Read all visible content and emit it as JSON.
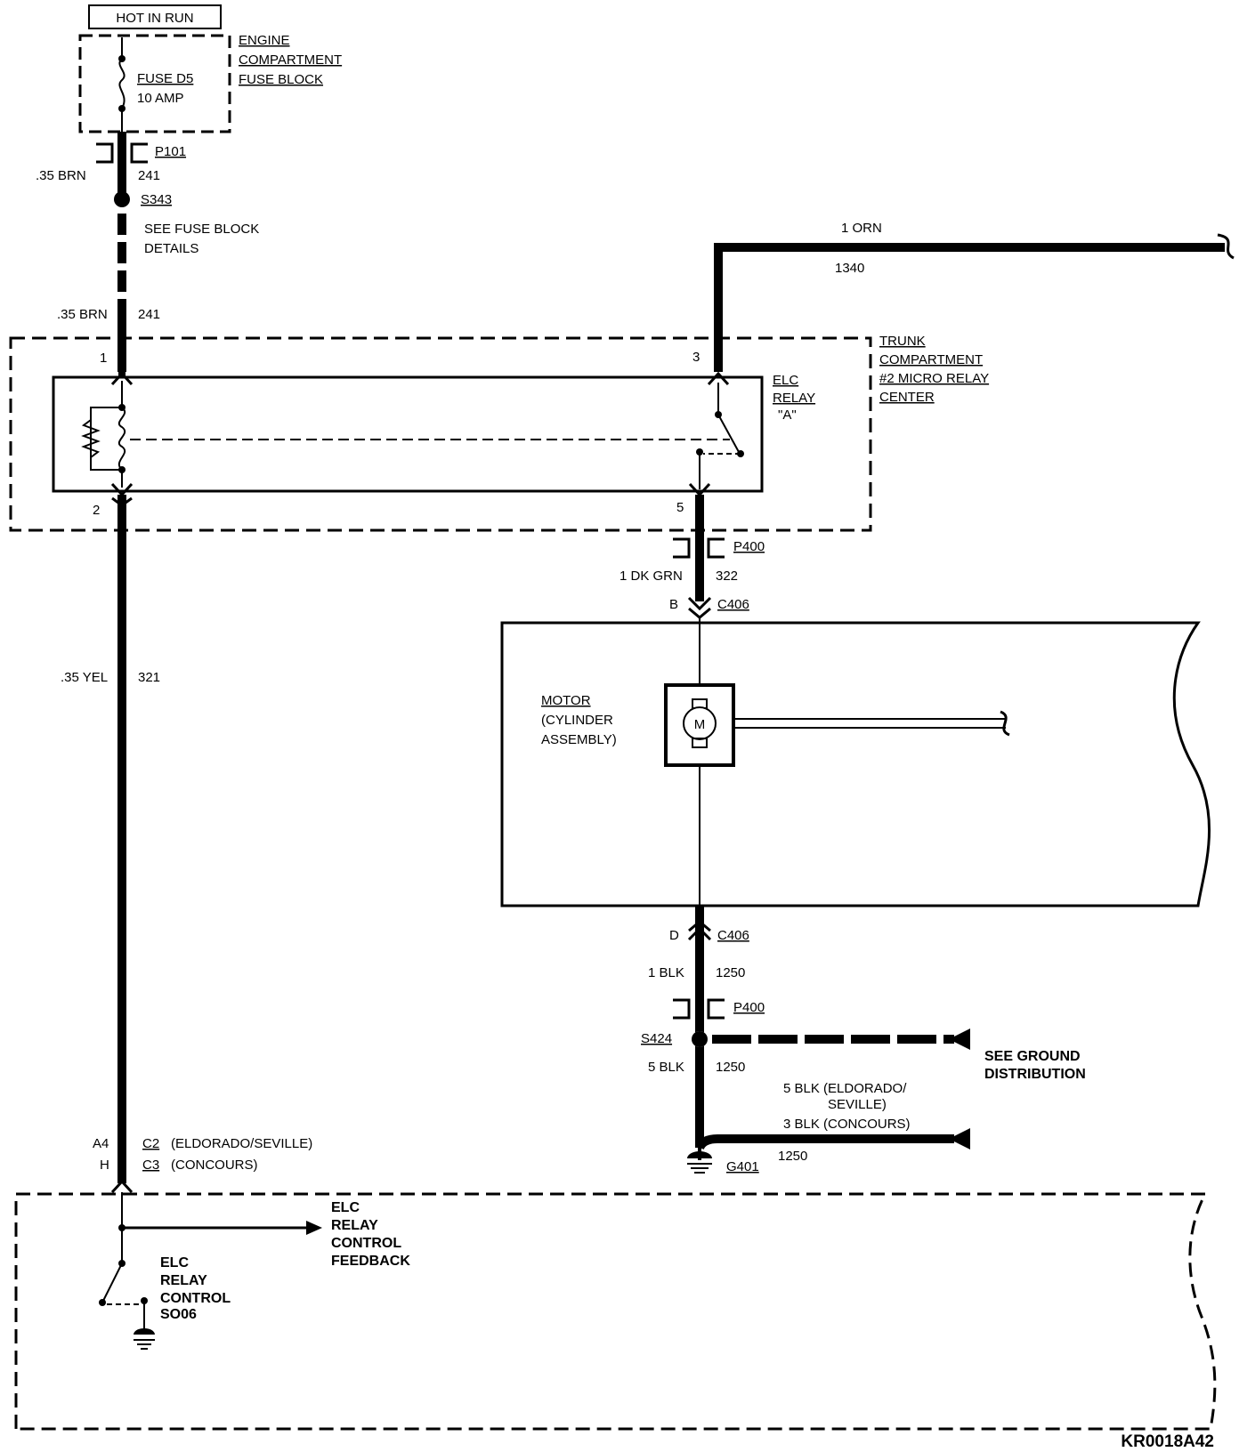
{
  "labels": {
    "hot_in_run": "HOT IN RUN",
    "engine_fuse_block": [
      "ENGINE",
      "COMPARTMENT",
      "FUSE BLOCK"
    ],
    "fuse_name": "FUSE D5",
    "fuse_rating": "10 AMP",
    "p101": "P101",
    "wire_35brn": ".35 BRN",
    "circuit_241": "241",
    "s343": "S343",
    "see_fuse_block": [
      "SEE FUSE BLOCK",
      "DETAILS"
    ],
    "wire_1orn": "1 ORN",
    "circuit_1340": "1340",
    "trunk_relay_center": [
      "TRUNK",
      "COMPARTMENT",
      "#2 MICRO RELAY",
      "CENTER"
    ],
    "elc_relay": [
      "ELC",
      "RELAY",
      "\"A\""
    ],
    "pin_1": "1",
    "pin_2": "2",
    "pin_3": "3",
    "pin_5": "5",
    "p400": "P400",
    "wire_1dkgrn": "1 DK GRN",
    "circuit_322": "322",
    "pin_b": "B",
    "c406": "C406",
    "wire_35yel": ".35 YEL",
    "circuit_321": "321",
    "motor": [
      "MOTOR",
      "(CYLINDER",
      "ASSEMBLY)"
    ],
    "motor_symbol": "M",
    "pin_d": "D",
    "wire_1blk": "1 BLK",
    "circuit_1250": "1250",
    "s424": "S424",
    "wire_5blk": "5 BLK",
    "see_ground": [
      "SEE GROUND",
      "DISTRIBUTION"
    ],
    "alt_wire": [
      "5 BLK (ELDORADO/",
      "SEVILLE)",
      "3 BLK (CONCOURS)"
    ],
    "pin_a4": "A4",
    "c2": "C2",
    "c2_note": "(ELDORADO/SEVILLE)",
    "pin_h": "H",
    "c3": "C3",
    "c3_note": "(CONCOURS)",
    "g401": "G401",
    "relay_feedback": [
      "ELC",
      "RELAY",
      "CONTROL",
      "FEEDBACK"
    ],
    "relay_control": [
      "ELC",
      "RELAY",
      "CONTROL",
      "SO06"
    ],
    "figure_code": "KR0018A42"
  }
}
